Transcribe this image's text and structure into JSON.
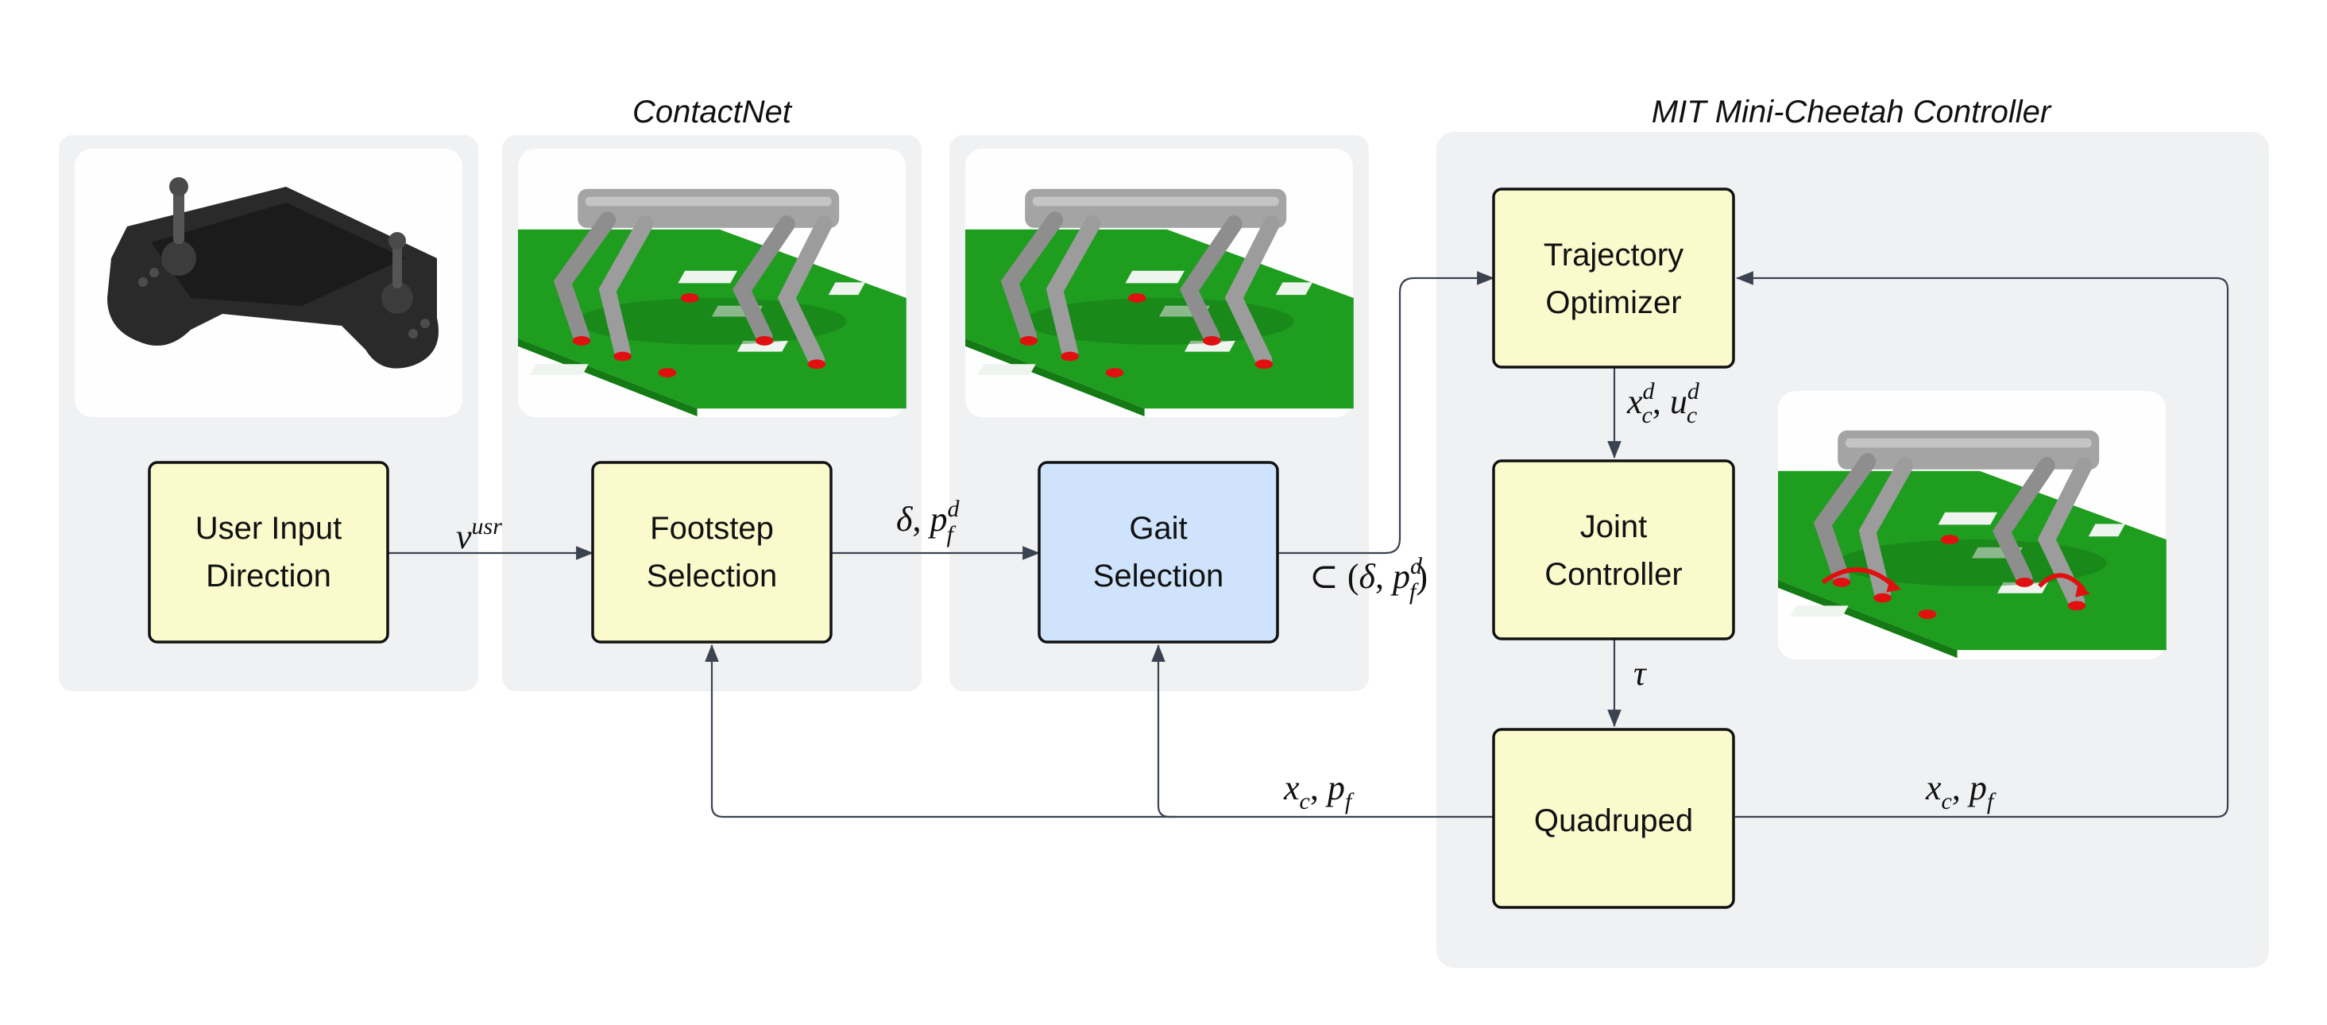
{
  "groups": {
    "contactnet": "ContactNet",
    "controller": "MIT Mini-Cheetah Controller"
  },
  "nodes": {
    "user_input": [
      "User Input",
      "Direction"
    ],
    "footstep": [
      "Footstep",
      "Selection"
    ],
    "gait": [
      "Gait",
      "Selection"
    ],
    "trajectory": [
      "Trajectory",
      "Optimizer"
    ],
    "joint": [
      "Joint",
      "Controller"
    ],
    "quadruped": [
      "Quadruped"
    ]
  },
  "edge_labels": {
    "v_usr": {
      "base": "v",
      "sup": "usr"
    },
    "delta_pfd": {
      "delta": "δ",
      "sep": ", ",
      "base": "p",
      "sup": "d",
      "sub": "f"
    },
    "subset": {
      "prefix": "⊂ (",
      "delta": "δ",
      "sep": ", ",
      "base": "p",
      "sup": "d",
      "sub": "f",
      "suffix": ")"
    },
    "xcd_ucd": {
      "x": "x",
      "u": "u",
      "sup": "d",
      "sub": "c",
      "sep": ", "
    },
    "tau": "τ",
    "feedback_left": {
      "x": "x",
      "x_sub": "c",
      "sep": ", ",
      "p": "p",
      "p_sub": "f"
    },
    "feedback_right": {
      "x": "x",
      "x_sub": "c",
      "sep": ", ",
      "p": "p",
      "p_sub": "f"
    }
  },
  "colors": {
    "panel": "#f0f1f3",
    "node_yellow": "#fafacd",
    "node_blue": "#cfe3fc",
    "terrain_green": "#1f9d1f",
    "robot_grey": "#9a9a9a",
    "contact_red": "#e01010",
    "controller_black": "#2a2a2a"
  },
  "icons": {
    "controller": "gamepad-icon",
    "robot": "quadruped-robot-icon"
  }
}
